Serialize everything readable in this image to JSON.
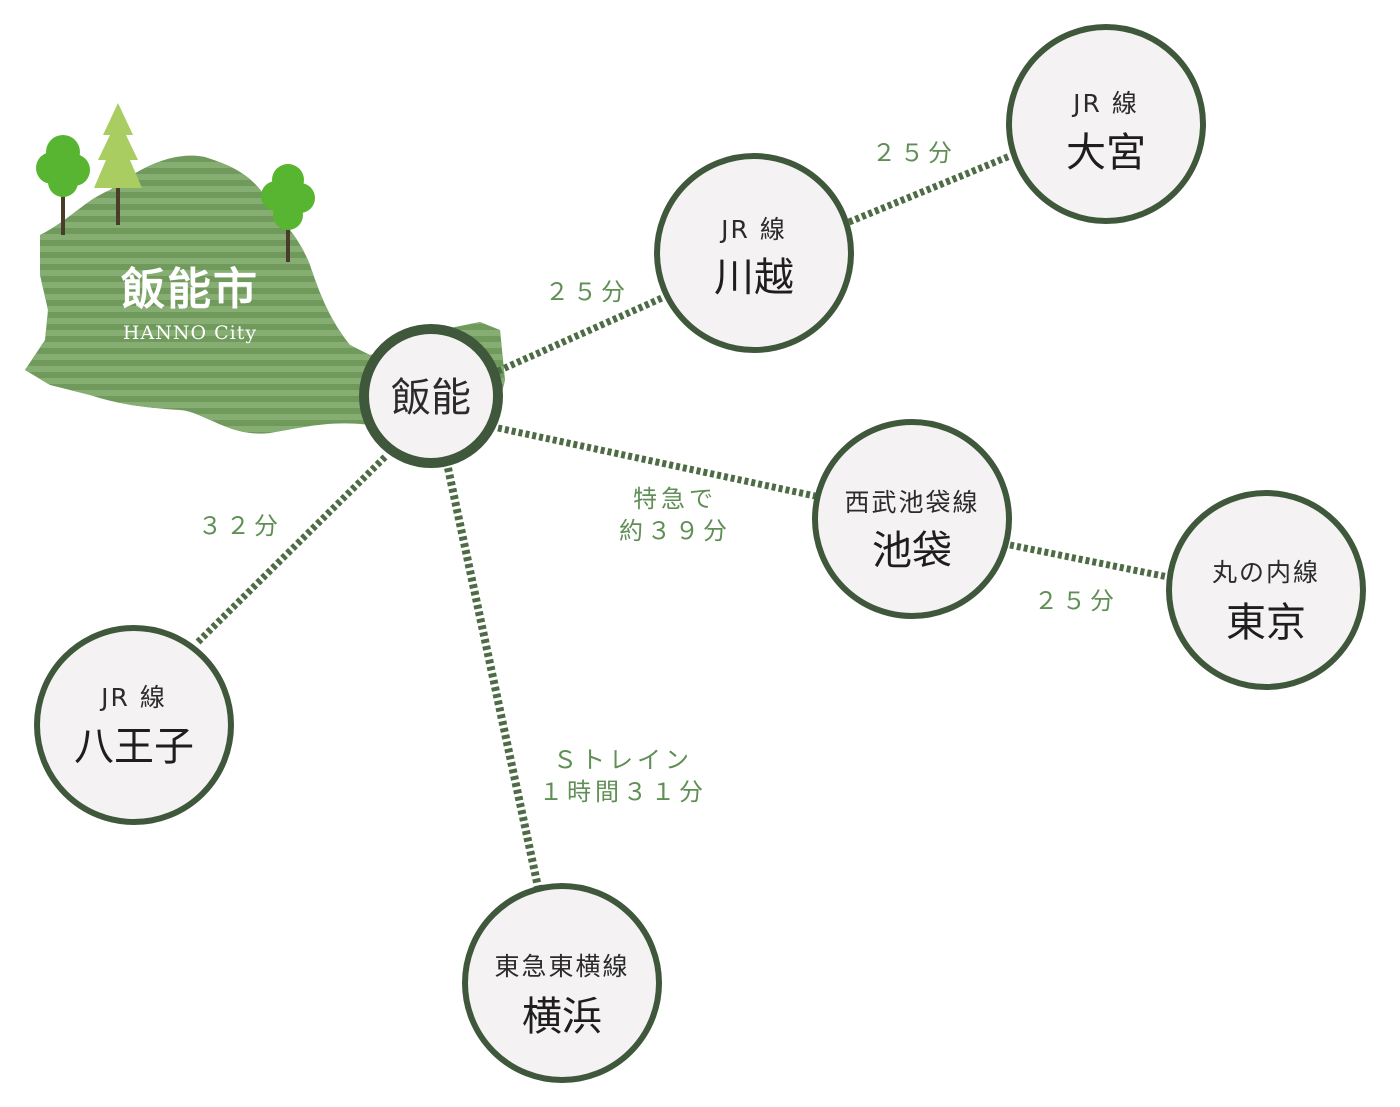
{
  "colors": {
    "route": "#4d6b44",
    "circle_border": "#3f573b",
    "circle_fill": "#f4f2f2",
    "map_fill": "#6f9a5c",
    "map_stripe": "#86ad72",
    "time_text": "#5f8f55",
    "tree_round": "#58b531",
    "tree_pine": "#a9cd60",
    "trunk": "#4a3b2a"
  },
  "city": {
    "name_ja": "飯能市",
    "name_en": "HANNO City"
  },
  "hub": {
    "name": "飯能"
  },
  "stations": [
    {
      "id": "kawagoe",
      "line": "JR 線",
      "name": "川越"
    },
    {
      "id": "omiya",
      "line": "JR 線",
      "name": "大宮"
    },
    {
      "id": "ikebukuro",
      "line": "西武池袋線",
      "name": "池袋"
    },
    {
      "id": "tokyo",
      "line": "丸の内線",
      "name": "東京"
    },
    {
      "id": "hachioji",
      "line": "JR 線",
      "name": "八王子"
    },
    {
      "id": "yokohama",
      "line": "東急東横線",
      "name": "横浜"
    }
  ],
  "routes": [
    {
      "from": "hanno",
      "to": "kawagoe",
      "time": [
        "２５分"
      ]
    },
    {
      "from": "kawagoe",
      "to": "omiya",
      "time": [
        "２５分"
      ]
    },
    {
      "from": "hanno",
      "to": "ikebukuro",
      "time": [
        "特急で",
        "約３９分"
      ]
    },
    {
      "from": "ikebukuro",
      "to": "tokyo",
      "time": [
        "２５分"
      ]
    },
    {
      "from": "hanno",
      "to": "hachioji",
      "time": [
        "３２分"
      ]
    },
    {
      "from": "hanno",
      "to": "yokohama",
      "time": [
        "Ｓトレイン",
        "１時間３１分"
      ]
    }
  ]
}
